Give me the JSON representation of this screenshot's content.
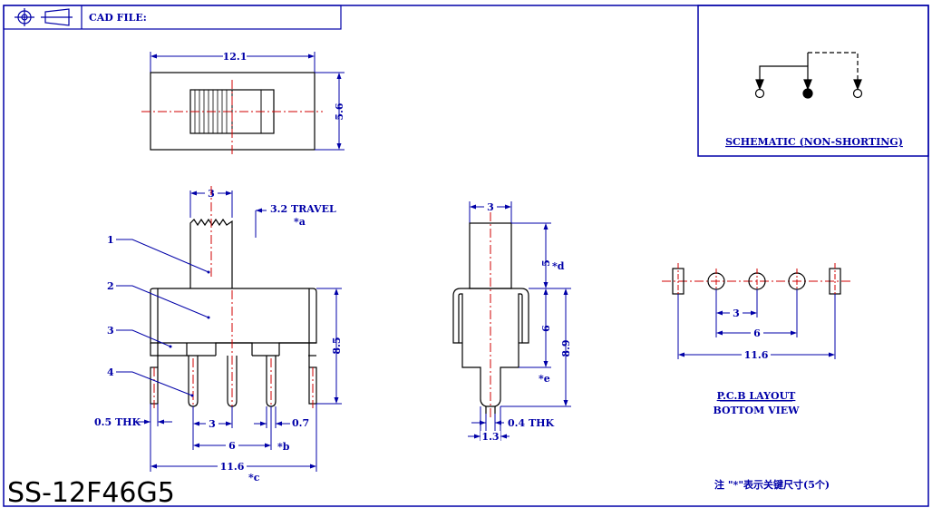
{
  "header": {
    "cad_label": "CAD FILE:"
  },
  "drawing": {
    "part_number": "SS-12F46G5",
    "top_view": {
      "width_dim": "12.1",
      "height_dim": "5.6"
    },
    "front_view": {
      "travel_label": "3.2  TRAVEL",
      "travel_key": "*a",
      "actuator_width": "3",
      "callouts": [
        "1",
        "2",
        "3",
        "4"
      ],
      "thk_label": "0.5  THK",
      "dim_3": "3",
      "dim_07": "0.7",
      "dim_6": "6",
      "dim_6_key": "*b",
      "dim_116": "11.6",
      "dim_116_key": "*c",
      "height_dim": "8.5"
    },
    "side_view": {
      "top_width": "3",
      "dim_5": "5",
      "dim_5_key": "*d",
      "dim_6": "6",
      "dim_89": "8.9",
      "dim_e_key": "*e",
      "thk_label": "0.4  THK",
      "pin_width": "1.3"
    },
    "pcb": {
      "dim_3": "3",
      "dim_6": "6",
      "dim_116": "11.6",
      "title": "P.C.B  LAYOUT",
      "subtitle": "BOTTOM  VIEW"
    },
    "schematic": {
      "label": "SCHEMATIC  (NON-SHORTING)"
    },
    "note": "注 \"*\"表示关键尺寸(5个)"
  },
  "colors": {
    "frame": "#0000a8",
    "part": "#000000",
    "centerline": "#d00000"
  }
}
